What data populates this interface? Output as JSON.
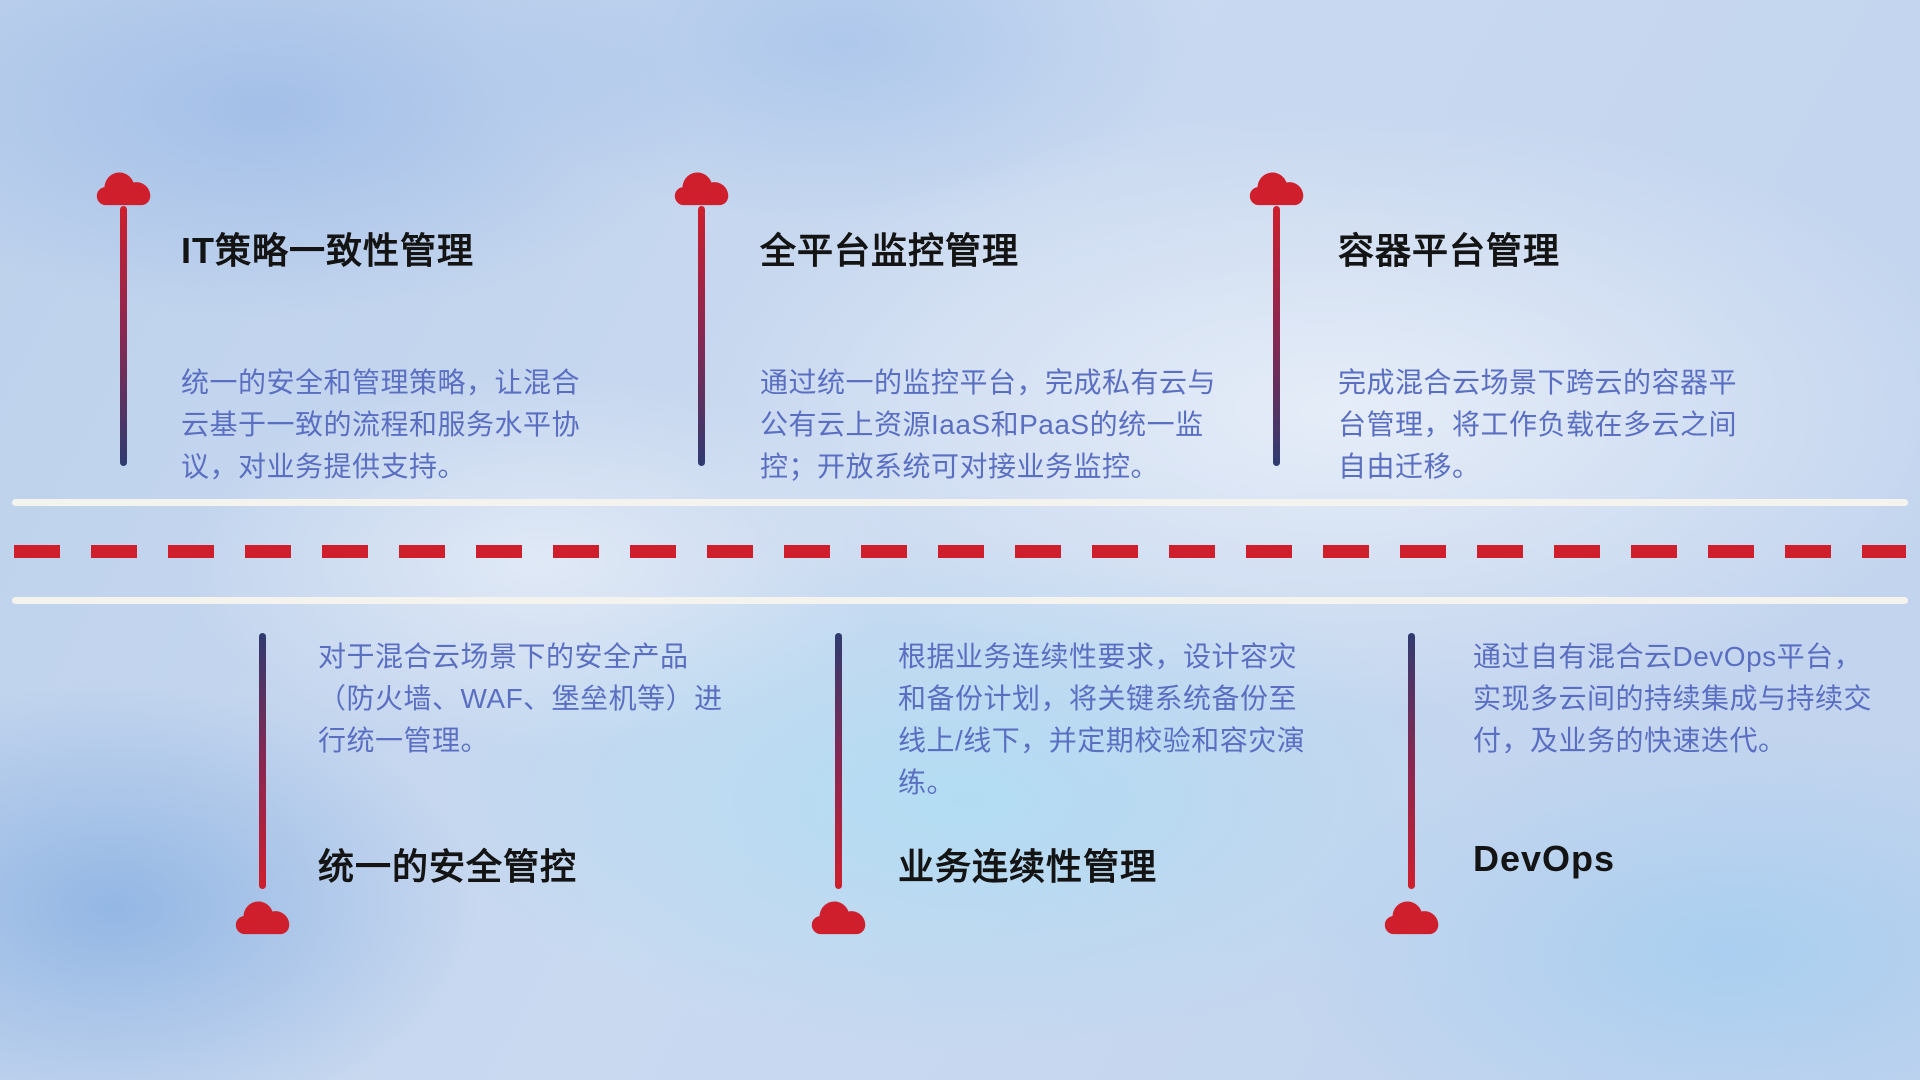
{
  "diagram": {
    "type": "hybrid-cloud-capability-timeline",
    "colors": {
      "cloud_icon": "#cf1f2c",
      "title_text": "#141414",
      "description_text": "#5b6fc2",
      "road_line": "#f5f3ee",
      "road_dash": "#cf1f2c",
      "stem_red": "#cf1f2c",
      "stem_navy": "#2f3b70",
      "background_base": "#c5d6ef"
    }
  },
  "items": [
    {
      "icon": "cloud-icon",
      "position": "top",
      "title": "IT策略一致性管理",
      "description": "统一的安全和管理策略，让混合云基于一致的流程和服务水平协议，对业务提供支持。"
    },
    {
      "icon": "cloud-icon",
      "position": "top",
      "title": "全平台监控管理",
      "description": "通过统一的监控平台，完成私有云与公有云上资源IaaS和PaaS的统一监控；开放系统可对接业务监控。"
    },
    {
      "icon": "cloud-icon",
      "position": "top",
      "title": "容器平台管理",
      "description": "完成混合云场景下跨云的容器平台管理，将工作负载在多云之间自由迁移。"
    },
    {
      "icon": "cloud-icon",
      "position": "bottom",
      "title": "统一的安全管控",
      "description": "对于混合云场景下的安全产品（防火墙、WAF、堡垒机等）进行统一管理。"
    },
    {
      "icon": "cloud-icon",
      "position": "bottom",
      "title": "业务连续性管理",
      "description": "根据业务连续性要求，设计容灾和备份计划，将关键系统备份至线上/线下，并定期校验和容灾演练。"
    },
    {
      "icon": "cloud-icon",
      "position": "bottom",
      "title": "DevOps",
      "description": "通过自有混合云DevOps平台，实现多云间的持续集成与持续交付，及业务的快速迭代。"
    }
  ]
}
